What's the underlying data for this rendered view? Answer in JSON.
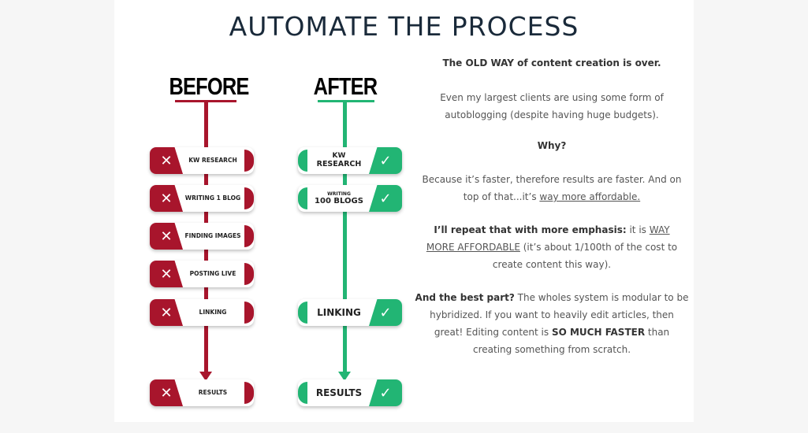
{
  "title": "AUTOMATE THE PROCESS",
  "before": {
    "heading": "BEFORE",
    "color": "#a8152c",
    "icon": "x-mark-icon",
    "steps": [
      "KW RESEARCH",
      "WRITING 1 BLOG",
      "FINDING IMAGES",
      "POSTING LIVE",
      "LINKING",
      "RESULTS"
    ]
  },
  "after": {
    "heading": "AFTER",
    "color": "#22b574",
    "icon": "check-mark-icon",
    "steps": [
      {
        "small": "KW",
        "big": "RESEARCH"
      },
      {
        "small": "WRITING",
        "big": "100 BLOGS"
      },
      {
        "big": "LINKING"
      },
      {
        "big": "RESULTS"
      }
    ]
  },
  "copy": {
    "p1": "The OLD WAY of content creation is over.",
    "p2": "Even my largest clients are using some form of autoblogging (despite having huge budgets).",
    "p3": "Why?",
    "p4_a": "Because it’s faster, therefore results are faster. And on top of that...it’s ",
    "p4_link": "way more affordable.",
    "p5_bold": "I’ll repeat that with more emphasis:",
    "p5_a": " it is ",
    "p5_link": "WAY MORE AFFORDABLE",
    "p5_b": " (it’s about 1/100th of the cost to create content this way).",
    "p6_bold": "And the best part?",
    "p6_a": " The wholes system is modular to be hybridized. If you want to heavily edit articles, then great! Editing content is ",
    "p6_bold2": "SO MUCH FASTER",
    "p6_b": " than creating something from scratch."
  }
}
